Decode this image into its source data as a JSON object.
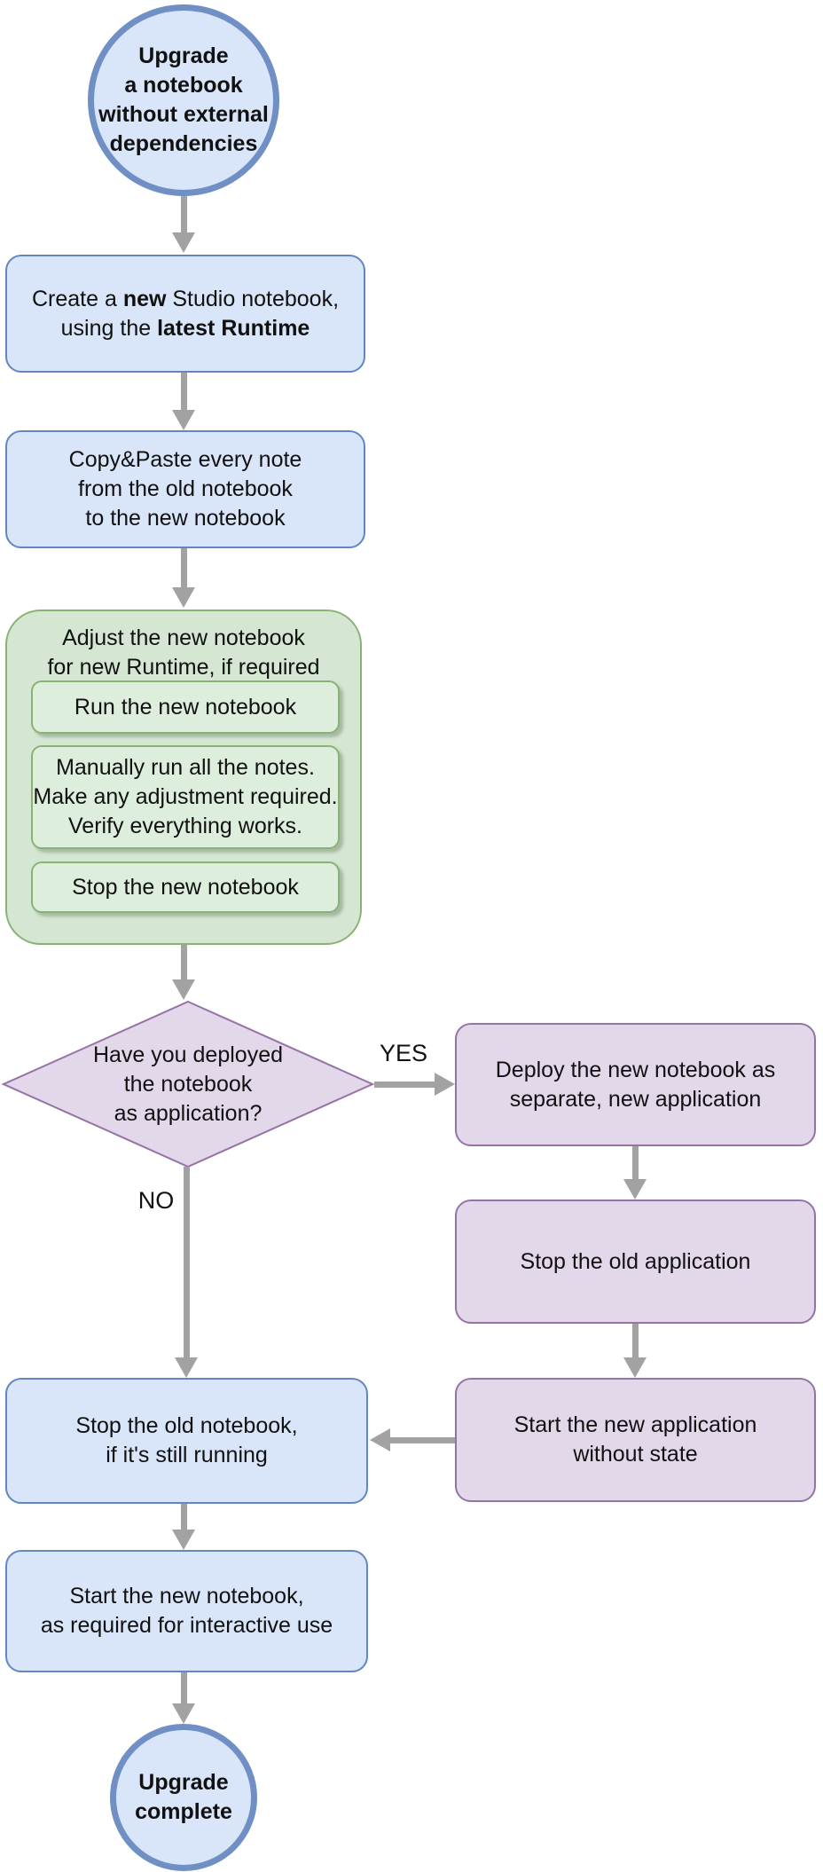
{
  "colors": {
    "blue_fill": "#d9e5f8",
    "blue_stroke": "#6286c0",
    "circle_stroke": "#7090c5",
    "green_fill": "#d5e7d3",
    "green_step_fill": "#deeedd",
    "green_stroke": "#8ab273",
    "purple_fill": "#e3d7ea",
    "purple_stroke": "#9673a6",
    "arrow": "#a2a2a2",
    "text": "#111111"
  },
  "nodes": {
    "start": {
      "lines": [
        "Upgrade",
        "a notebook",
        "without external",
        "dependencies"
      ]
    },
    "create": {
      "line1": [
        "Create a ",
        "new",
        " Studio notebook,"
      ],
      "line2": [
        "using the ",
        "latest Runtime"
      ]
    },
    "copy": {
      "lines": [
        "Copy&Paste every note",
        "from the old notebook",
        "to the new notebook"
      ]
    },
    "adjust": {
      "title_lines": [
        "Adjust the new notebook",
        "for new Runtime, if required"
      ],
      "steps": [
        {
          "lines": [
            "Run the new notebook"
          ]
        },
        {
          "lines": [
            "Manually run all the notes.",
            "Make any adjustment required.",
            "Verify everything works."
          ]
        },
        {
          "lines": [
            "Stop the new notebook"
          ]
        }
      ]
    },
    "decision": {
      "lines": [
        "Have you deployed",
        "the notebook",
        "as application?"
      ]
    },
    "deploy_new_app": {
      "lines": [
        "Deploy the new notebook as",
        "separate, new application"
      ]
    },
    "stop_old_app": {
      "lines": [
        "Stop the old application"
      ]
    },
    "start_new_app": {
      "lines": [
        "Start the new application",
        "without state"
      ]
    },
    "stop_old_notebook": {
      "lines": [
        "Stop the old notebook,",
        "if it's still running"
      ]
    },
    "start_new_notebook": {
      "lines": [
        "Start the new notebook,",
        "as required for interactive use"
      ]
    },
    "complete": {
      "lines": [
        "Upgrade",
        "complete"
      ]
    }
  },
  "labels": {
    "yes": "YES",
    "no": "NO"
  }
}
